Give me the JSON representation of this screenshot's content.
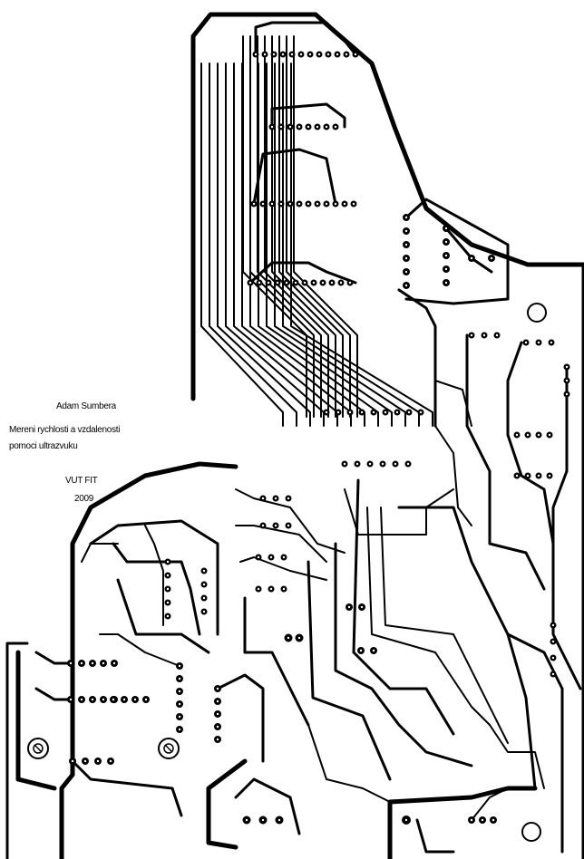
{
  "credits": {
    "author": "Adam Sumbera",
    "title_line1": "Mereni rychlosti a vzdalenosti",
    "title_line2": "pomoci ultrazvuku",
    "institution": "VUT FIT",
    "year": "2009"
  },
  "colors": {
    "copper": "#000000",
    "board": "#ffffff"
  },
  "icons": [
    "mounting-hole-icon"
  ]
}
